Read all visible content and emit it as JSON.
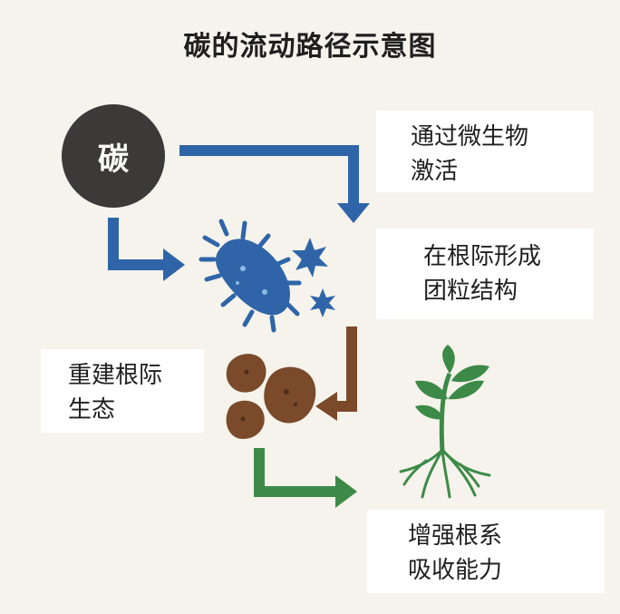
{
  "title": "碳的流动路径示意图",
  "carbon_label": "碳",
  "steps": [
    {
      "line1": "通过微生物",
      "line2": "激活"
    },
    {
      "line1": "在根际形成",
      "line2": "团粒结构"
    },
    {
      "line1": "重建根际",
      "line2": "生态"
    },
    {
      "line1": "增强根系",
      "line2": "吸收能力"
    }
  ],
  "colors": {
    "background": "#f6f3ec",
    "carbon_circle": "#3b3a38",
    "blue": "#2f65a8",
    "brown": "#7a4a2a",
    "green": "#3d8a48",
    "soil": "#7a4a2a"
  }
}
